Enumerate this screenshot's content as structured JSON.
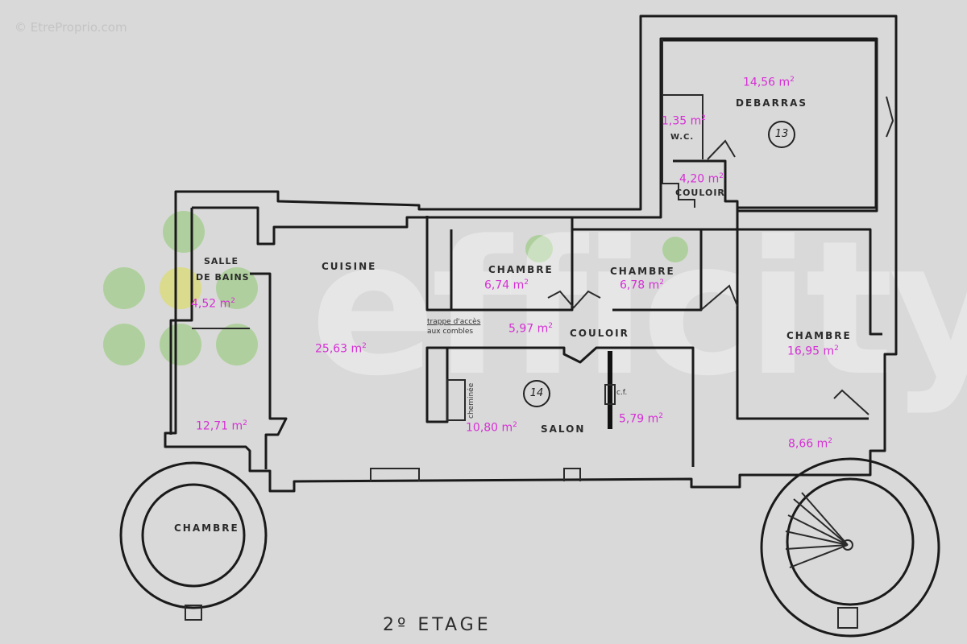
{
  "watermark": "© EtreProprio.com",
  "logo": "efficity",
  "floor_title": "2º  ETAGE",
  "room_numbers": {
    "debarras": "13",
    "salon": "14"
  },
  "annotations": {
    "trappe": [
      "trappe d'accès",
      "aux combles"
    ],
    "cheminee": "cheminée",
    "cf": "c.f."
  },
  "rooms": [
    {
      "id": "debarras",
      "name": "DEBARRAS",
      "area": "14,56 m²"
    },
    {
      "id": "wc",
      "name": "W.C.",
      "area": "1,35 m²"
    },
    {
      "id": "couloir-top",
      "name": "COULOIR",
      "area": "4,20 m²"
    },
    {
      "id": "salle-de-bains",
      "name": [
        "SALLE",
        "DE BAINS"
      ],
      "area": "4,52 m²"
    },
    {
      "id": "cuisine",
      "name": "CUISINE",
      "area": "25,63 m²"
    },
    {
      "id": "chambre-1",
      "name": "CHAMBRE",
      "area": "6,74 m²"
    },
    {
      "id": "chambre-2",
      "name": "CHAMBRE",
      "area": "6,78 m²"
    },
    {
      "id": "couloir-mid",
      "name": "COULOIR",
      "area": "5,97 m²"
    },
    {
      "id": "chambre-3",
      "name": "CHAMBRE",
      "area": "16,95 m²"
    },
    {
      "id": "salon",
      "name": "SALON",
      "area": "10,80 m²"
    },
    {
      "id": "salon-annex",
      "name": "",
      "area": "5,79 m²"
    },
    {
      "id": "hall-right",
      "name": "",
      "area": "8,66 m²"
    },
    {
      "id": "passage-left",
      "name": "",
      "area": "12,71 m²"
    },
    {
      "id": "chambre-tower",
      "name": "CHAMBRE",
      "area": ""
    }
  ],
  "colors": {
    "area_text": "#d62fd6",
    "wall": "#1a1a1a",
    "background": "#d9d9d9",
    "logo_dots": "#8cc86e"
  }
}
